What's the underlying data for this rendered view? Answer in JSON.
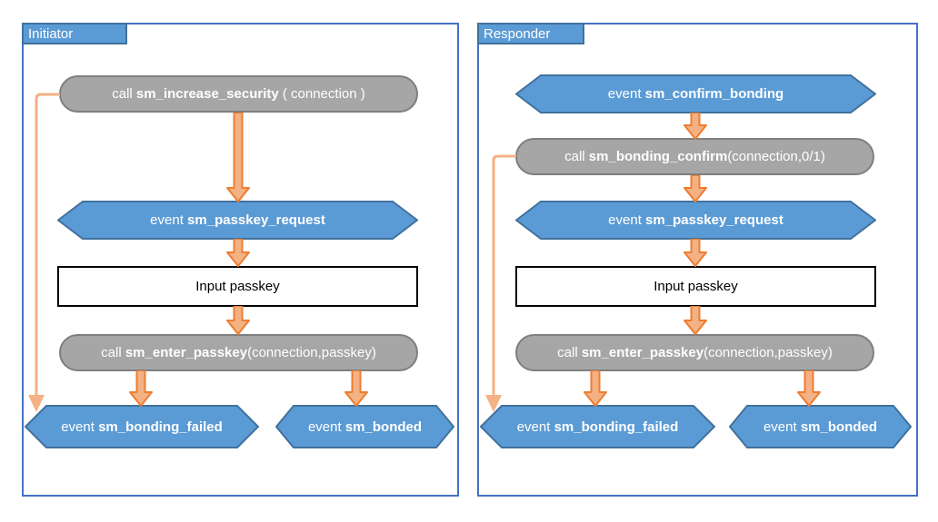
{
  "colors": {
    "panel_border": "#4472C4",
    "tab_fill": "#5B9BD5",
    "hexagon_fill": "#5B9BD5",
    "hexagon_border": "#41719C",
    "process_fill": "#A6A6A6",
    "process_border": "#7F7F7F",
    "io_fill": "#FFFFFF",
    "io_border": "#000000",
    "arrow_fill": "#F4B183",
    "arrow_border": "#ED7D31"
  },
  "initiator": {
    "tab_label": "Initiator",
    "nodes": {
      "increase_security": {
        "prefix": "call ",
        "name": "sm_increase_security",
        "suffix": " ( connection )"
      },
      "passkey_request": {
        "prefix": "event ",
        "name": "sm_passkey_request",
        "suffix": ""
      },
      "input_passkey": {
        "label": "Input passkey"
      },
      "enter_passkey": {
        "prefix": "call ",
        "name": "sm_enter_passkey",
        "suffix": "(connection,passkey)"
      },
      "bonding_failed": {
        "prefix": "event ",
        "name": "sm_bonding_failed",
        "suffix": ""
      },
      "bonded": {
        "prefix": "event ",
        "name": "sm_bonded",
        "suffix": ""
      }
    }
  },
  "responder": {
    "tab_label": "Responder",
    "nodes": {
      "confirm_bonding": {
        "prefix": "event ",
        "name": "sm_confirm_bonding",
        "suffix": ""
      },
      "bonding_confirm": {
        "prefix": "call ",
        "name": "sm_bonding_confirm",
        "suffix": "(connection,0/1)"
      },
      "passkey_request": {
        "prefix": "event ",
        "name": "sm_passkey_request",
        "suffix": ""
      },
      "input_passkey": {
        "label": "Input passkey"
      },
      "enter_passkey": {
        "prefix": "call ",
        "name": "sm_enter_passkey",
        "suffix": "(connection,passkey)"
      },
      "bonding_failed": {
        "prefix": "event ",
        "name": "sm_bonding_failed",
        "suffix": ""
      },
      "bonded": {
        "prefix": "event ",
        "name": "sm_bonded",
        "suffix": ""
      }
    }
  }
}
